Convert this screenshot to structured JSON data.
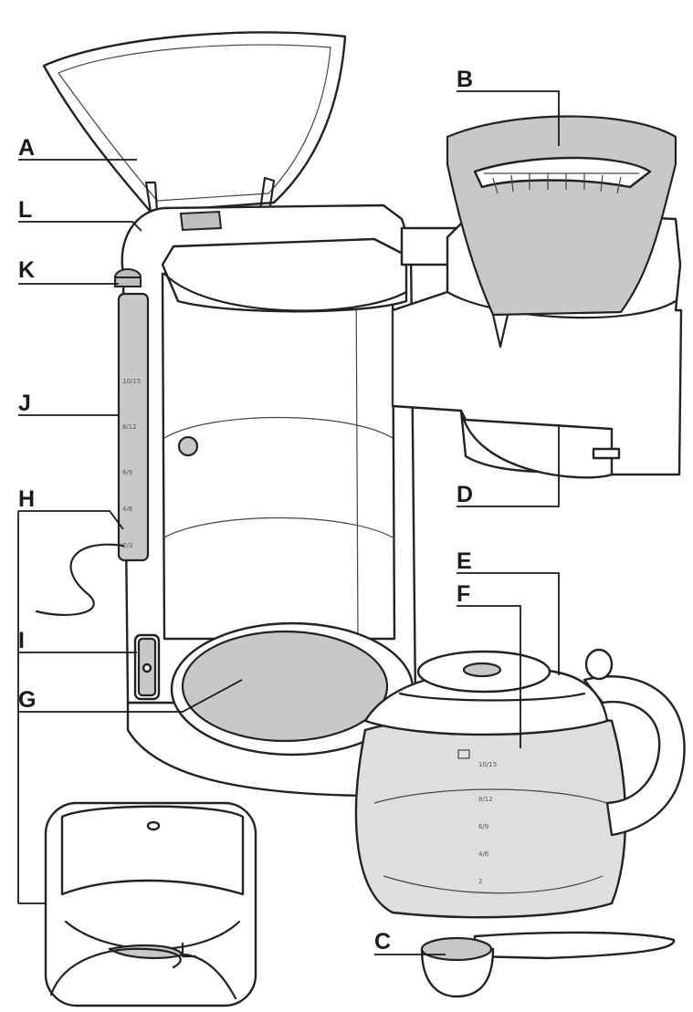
{
  "labels": {
    "A": "A",
    "B": "B",
    "C": "C",
    "D": "D",
    "E": "E",
    "F": "F",
    "G": "G",
    "H": "H",
    "I": "I",
    "J": "J",
    "K": "K",
    "L": "L"
  },
  "tank_scale": [
    "10/15",
    "8/12",
    "6/9",
    "4/6",
    "2/3"
  ],
  "carafe_scale": [
    "10/15",
    "8/12",
    "6/9",
    "4/6",
    "2"
  ],
  "colors": {
    "line": "#222222",
    "fill_gray": "#c8c8c8",
    "glass": "#dedede"
  },
  "icons": [
    "cup-icon",
    "curved-arrow-icon"
  ]
}
